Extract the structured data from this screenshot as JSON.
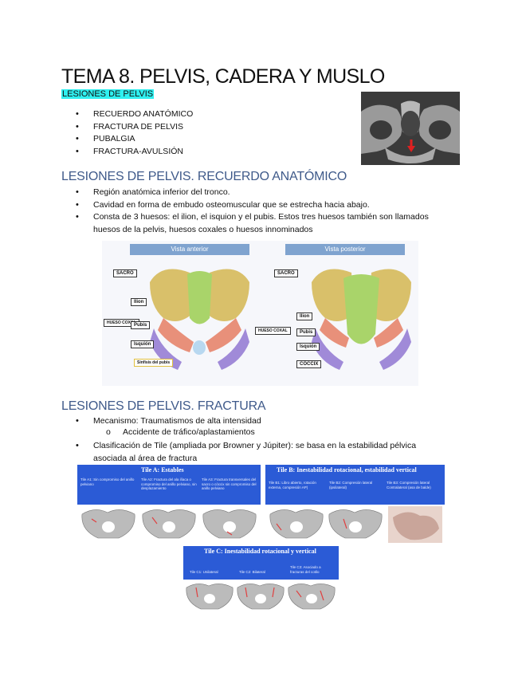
{
  "title": "TEMA 8. PELVIS, CADERA Y MUSLO",
  "highlight": "LESIONES DE PELVIS",
  "topics": [
    "RECUERDO ANATÓMICO",
    "FRACTURA DE PELVIS",
    "PUBALGIA",
    "FRACTURA-AVULSIÓN"
  ],
  "section1": {
    "heading": "LESIONES DE PELVIS. RECUERDO ANATÓMICO",
    "bullets": [
      "Región anatómica inferior del tronco.",
      "Cavidad en forma de embudo osteomuscular que se estrecha hacia abajo.",
      "Consta de 3 huesos: el ilion, el isquion y el pubis. Estos tres huesos también son llamados huesos de la pelvis, huesos coxales o huesos innominados"
    ]
  },
  "anatomy": {
    "anterior": {
      "bar": "Vista anterior",
      "sacro": "SACRO",
      "ilion": "Ilion",
      "hueso_coxal": "HUESO COXAL",
      "pubis": "Pubis",
      "isquion": "Isquión",
      "sinfisis": "Sínfisis del pubis"
    },
    "posterior": {
      "bar": "Vista posterior",
      "sacro": "SACRO",
      "ilion": "Ilion",
      "hueso_coxal": "HUESO COXAL",
      "pubis": "Pubis",
      "isquion": "Isquión",
      "coccix": "CÓCCIX"
    },
    "colors": {
      "ilion": "#d9c06a",
      "sacro": "#a9d46a",
      "pubis": "#e8907a",
      "isquion": "#a08ad8"
    }
  },
  "section2": {
    "heading": "LESIONES DE PELVIS. FRACTURA",
    "mechanism": "Mecanismo: Traumatismos de alta intensidad",
    "sub": "Accidente de tráfico/aplastamientos",
    "sub_marker": "o",
    "classification": "Clasificación de Tile (ampliada por Browner y Júpiter): se basa en la estabilidad pélvica asociada al área de fractura"
  },
  "tiles": {
    "a": {
      "head": "Tile A: Estables",
      "caps": [
        "Tile A1: Sin compromiso del anillo pelviano",
        "Tile A2: Fractura del ala ilíaca o compromiso del anillo pelviano, sin desplazamiento",
        "Tile A3: Fractura transversales del sacro o cóccix sin compromiso del anillo pelviano"
      ]
    },
    "b": {
      "head": "Tile B: Inestabilidad rotacional, estabilidad vertical",
      "caps": [
        "Tile B1: Libro abierto, rotación externa, compresión AP)",
        "Tile B2: Compresión lateral (ipsilateral)",
        "Tile B3: Compresión lateral Contralateral (asa de balde)"
      ]
    },
    "c": {
      "head": "Tile C: Inestabilidad rotacional y vertical",
      "caps": [
        "Tile C1: Unilateral",
        "Tile C2: Bilateral",
        "Tile C3: Asociado a fracturas del cotilo"
      ]
    }
  }
}
